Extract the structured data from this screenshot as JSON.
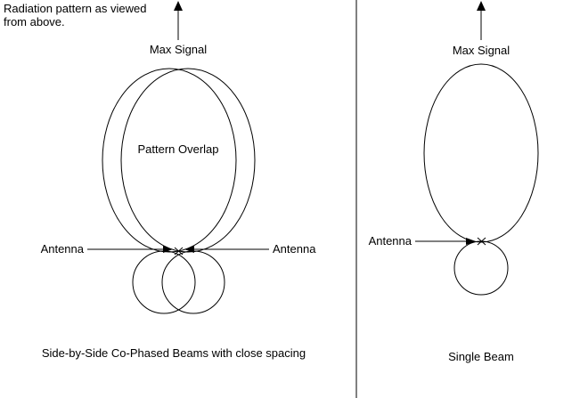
{
  "header": {
    "line1": "Radiation pattern as viewed",
    "line2": "from above."
  },
  "left_panel": {
    "max_signal_label": "Max Signal",
    "pattern_overlap_label": "Pattern Overlap",
    "antenna_left_label": "Antenna",
    "antenna_right_label": "Antenna",
    "caption": "Side-by-Side Co-Phased Beams with close spacing"
  },
  "right_panel": {
    "max_signal_label": "Max Signal",
    "antenna_label": "Antenna",
    "caption": "Single Beam"
  },
  "colors": {
    "line": "#000000",
    "background": "#ffffff"
  }
}
